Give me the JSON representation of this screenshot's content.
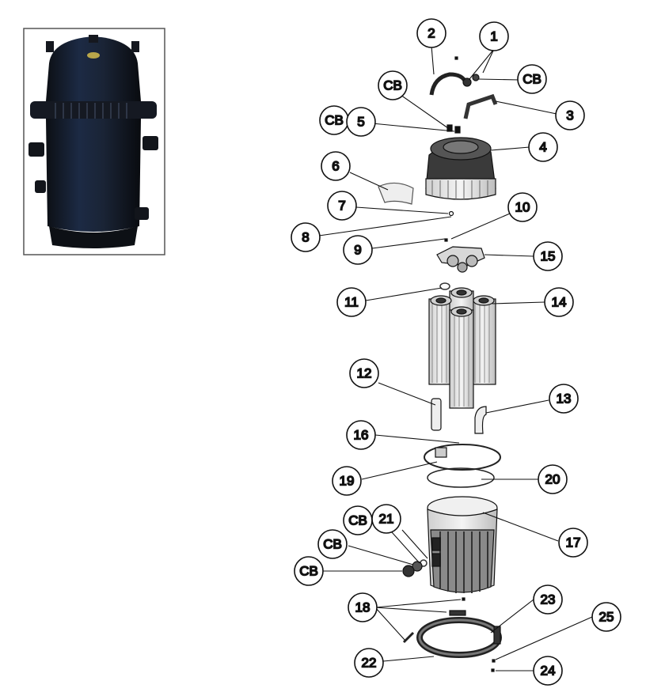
{
  "colors": {
    "background": "#ffffff",
    "line": "#111111",
    "filter_body": "#1d2430",
    "filter_highlight": "#2f3f5c",
    "part_fill": "#e8e8e8",
    "part_dark": "#222222"
  },
  "icons": {
    "product_photo": "cartridge-pool-filter-photo",
    "exploded_view": "exploded-parts-diagram"
  },
  "callouts": [
    {
      "id": "c1",
      "label": "1"
    },
    {
      "id": "c2",
      "label": "2"
    },
    {
      "id": "cbtop-right",
      "label": "CB"
    },
    {
      "id": "cbtop-left",
      "label": "CB"
    },
    {
      "id": "c3",
      "label": "3"
    },
    {
      "id": "cb5",
      "label": "CB"
    },
    {
      "id": "c5",
      "label": "5"
    },
    {
      "id": "c4",
      "label": "4"
    },
    {
      "id": "c6",
      "label": "6"
    },
    {
      "id": "c7",
      "label": "7"
    },
    {
      "id": "c10",
      "label": "10"
    },
    {
      "id": "c8",
      "label": "8"
    },
    {
      "id": "c9",
      "label": "9"
    },
    {
      "id": "c15",
      "label": "15"
    },
    {
      "id": "c11",
      "label": "11"
    },
    {
      "id": "c14",
      "label": "14"
    },
    {
      "id": "c12",
      "label": "12"
    },
    {
      "id": "c13",
      "label": "13"
    },
    {
      "id": "c16",
      "label": "16"
    },
    {
      "id": "c19",
      "label": "19"
    },
    {
      "id": "c20",
      "label": "20"
    },
    {
      "id": "cb21",
      "label": "CB"
    },
    {
      "id": "c21",
      "label": "21"
    },
    {
      "id": "c17",
      "label": "17"
    },
    {
      "id": "cbmid",
      "label": "CB"
    },
    {
      "id": "cbbot",
      "label": "CB"
    },
    {
      "id": "c18",
      "label": "18"
    },
    {
      "id": "c23",
      "label": "23"
    },
    {
      "id": "c25",
      "label": "25"
    },
    {
      "id": "c22",
      "label": "22"
    },
    {
      "id": "c24",
      "label": "24"
    }
  ]
}
